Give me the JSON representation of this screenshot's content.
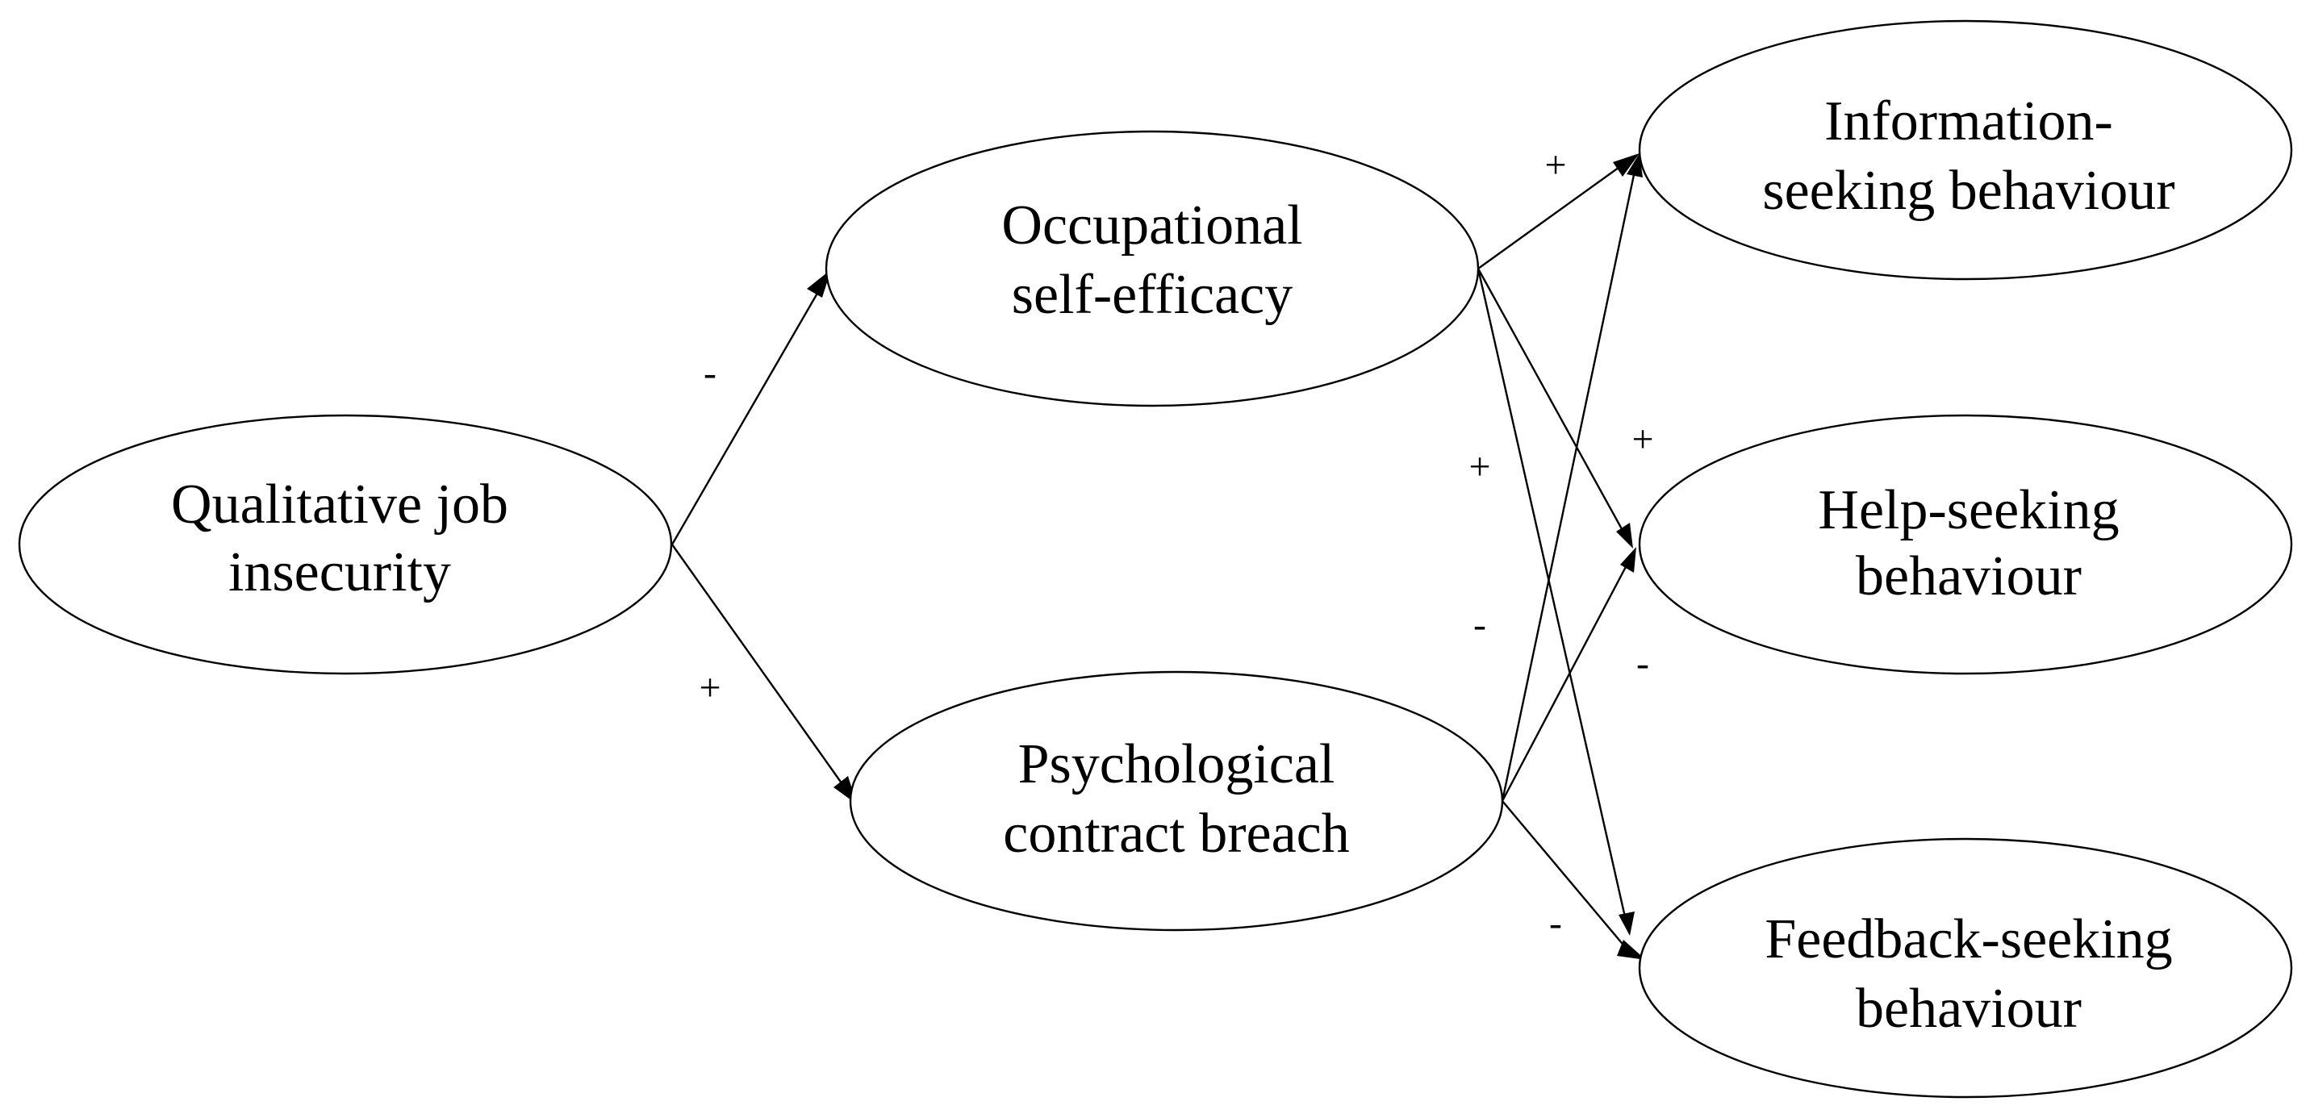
{
  "nodes": {
    "qualitative": {
      "line1": "Qualitative job",
      "line2": "insecurity"
    },
    "occupational": {
      "line1": "Occupational",
      "line2": "self-efficacy"
    },
    "psychological": {
      "line1": "Psychological",
      "line2": "contract breach"
    },
    "information": {
      "line1": "Information-",
      "line2": "seeking behaviour"
    },
    "help": {
      "line1": "Help-seeking",
      "line2": "behaviour"
    },
    "feedback": {
      "line1": "Feedback-seeking",
      "line2": "behaviour"
    }
  },
  "edges": [
    {
      "from": "qualitative",
      "to": "occupational",
      "sign": "-"
    },
    {
      "from": "qualitative",
      "to": "psychological",
      "sign": "+"
    },
    {
      "from": "occupational",
      "to": "information",
      "sign": "+"
    },
    {
      "from": "occupational",
      "to": "help",
      "sign": "+"
    },
    {
      "from": "occupational",
      "to": "feedback",
      "sign": "+"
    },
    {
      "from": "psychological",
      "to": "information",
      "sign": "-"
    },
    {
      "from": "psychological",
      "to": "help",
      "sign": "-"
    },
    {
      "from": "psychological",
      "to": "feedback",
      "sign": "-"
    }
  ]
}
